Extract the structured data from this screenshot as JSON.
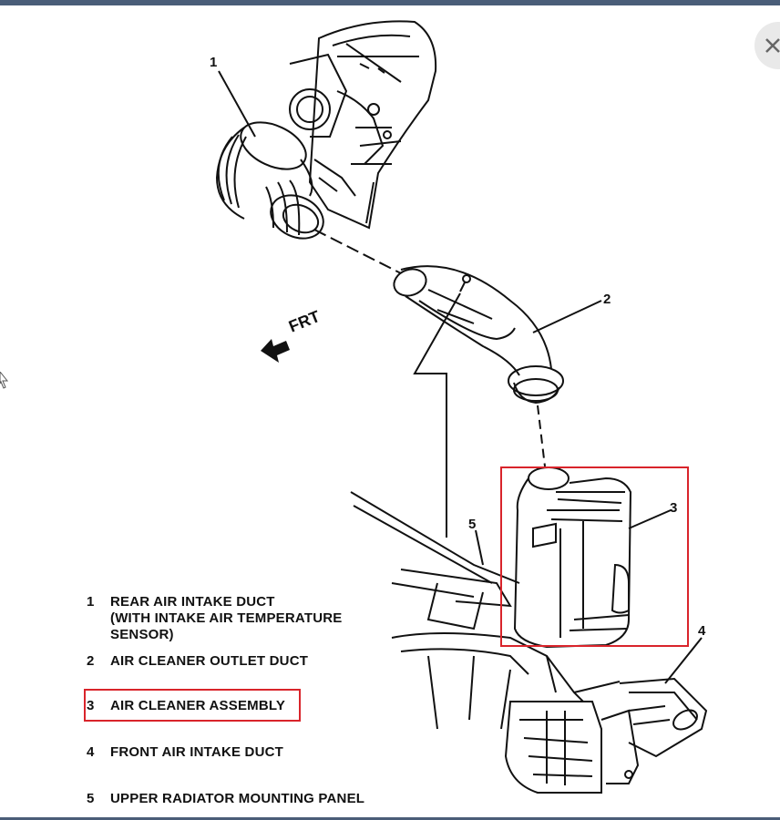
{
  "callouts": {
    "c1": "1",
    "c2": "2",
    "c3": "3",
    "c4": "4",
    "c5": "5"
  },
  "frt": "FRT",
  "legend": [
    {
      "num": "1",
      "text": "REAR AIR INTAKE DUCT\n(WITH INTAKE AIR TEMPERATURE\nSENSOR)"
    },
    {
      "num": "2",
      "text": "AIR CLEANER OUTLET DUCT"
    },
    {
      "num": "3",
      "text": "AIR CLEANER ASSEMBLY"
    },
    {
      "num": "4",
      "text": "FRONT AIR INTAKE DUCT"
    },
    {
      "num": "5",
      "text": "UPPER RADIATOR MOUNTING PANEL"
    }
  ],
  "colors": {
    "highlight": "#d9242b",
    "frame": "#4a5d78"
  },
  "icons": {
    "close": "close-icon",
    "frt_arrow": "arrow-left-icon"
  }
}
